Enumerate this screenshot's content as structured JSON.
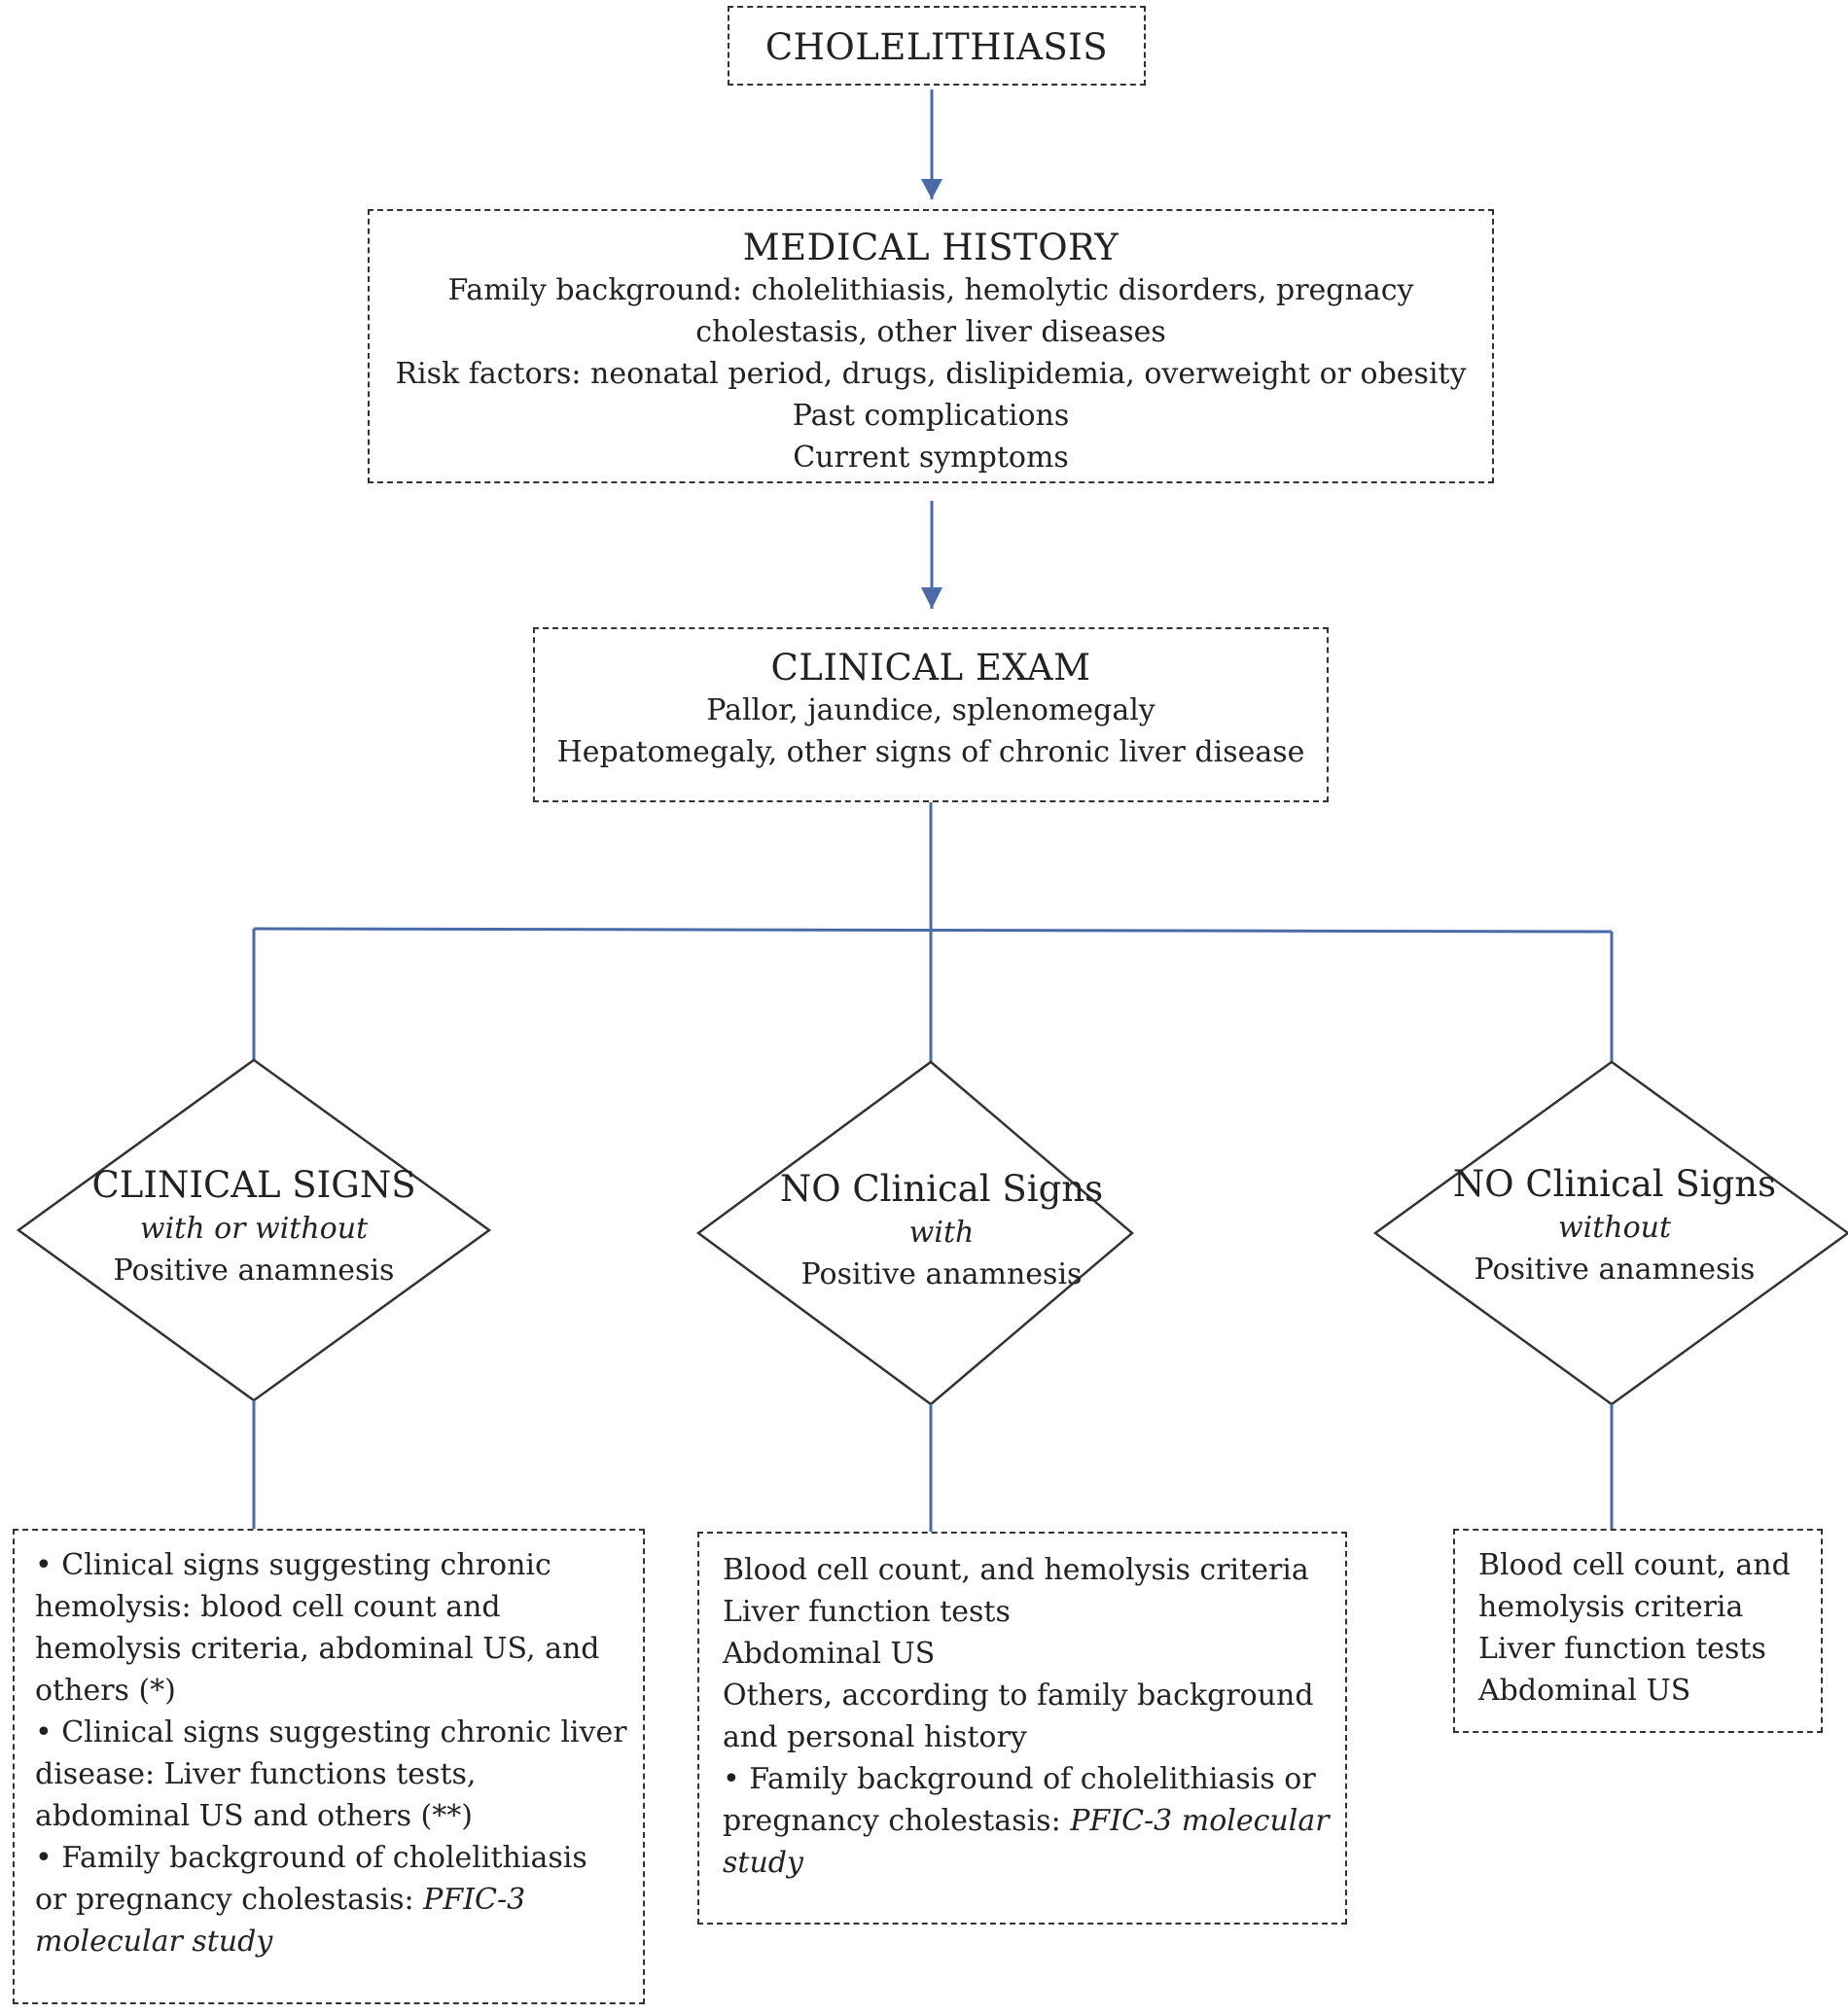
{
  "start": {
    "title": "CHOLELITHIASIS"
  },
  "history": {
    "title": "MEDICAL HISTORY",
    "lines": [
      "Family background:  cholelithiasis, hemolytic disorders, pregnacy",
      "cholestasis, other liver diseases",
      "Risk factors: neonatal  period, drugs, dislipidemia, overweight or obesity",
      "Past complications",
      "Current  symptoms"
    ]
  },
  "exam": {
    "title": "CLINICAL EXAM",
    "lines": [
      "Pallor, jaundice,  splenomegaly",
      "Hepatomegaly,  other  signs of chronic liver disease"
    ]
  },
  "decisions": [
    {
      "main": "CLINICAL SIGNS",
      "sub": "with or without",
      "tail": "Positive anamnesis"
    },
    {
      "main": "NO Clinical Signs",
      "sub": "with",
      "tail": "Positive anamnesis"
    },
    {
      "main": "NO Clinical Signs",
      "sub": "without",
      "tail": "Positive anamnesis"
    }
  ],
  "outcomes": {
    "left": {
      "p1_lines": [
        "• Clinical signs suggesting  chronic",
        "hemolysis: blood cell count and",
        "hemolysis criteria,  abdominal US,  and",
        "others (*)"
      ],
      "p2_lines": [
        "• Clinical signs suggesting  chronic liver",
        "disease: Liver functions tests,",
        "abdominal US and others (**)"
      ],
      "p3_lines": [
        "• Family background  of cholelithiasis",
        "or pregnancy  cholestasis: "
      ],
      "p3_italic_a": "PFIC-3",
      "p3_italic_b": "molecular study"
    },
    "middle": {
      "lines": [
        "Blood cell count, and hemolysis criteria",
        "Liver function  tests",
        "Abdominal US",
        "Others, according  to family background",
        "and personal  history",
        "• Family background  of cholelithiasis or"
      ],
      "last_plain": "pregnancy  cholestasis: ",
      "italic_a": "PFIC-3 molecular",
      "italic_b": "study"
    },
    "right": {
      "lines": [
        "Blood cell count, and",
        "hemolysis criteria",
        "Liver function  tests",
        "Abdominal US"
      ]
    }
  },
  "colors": {
    "connector": "#4a6aa8",
    "border": "#333333"
  }
}
